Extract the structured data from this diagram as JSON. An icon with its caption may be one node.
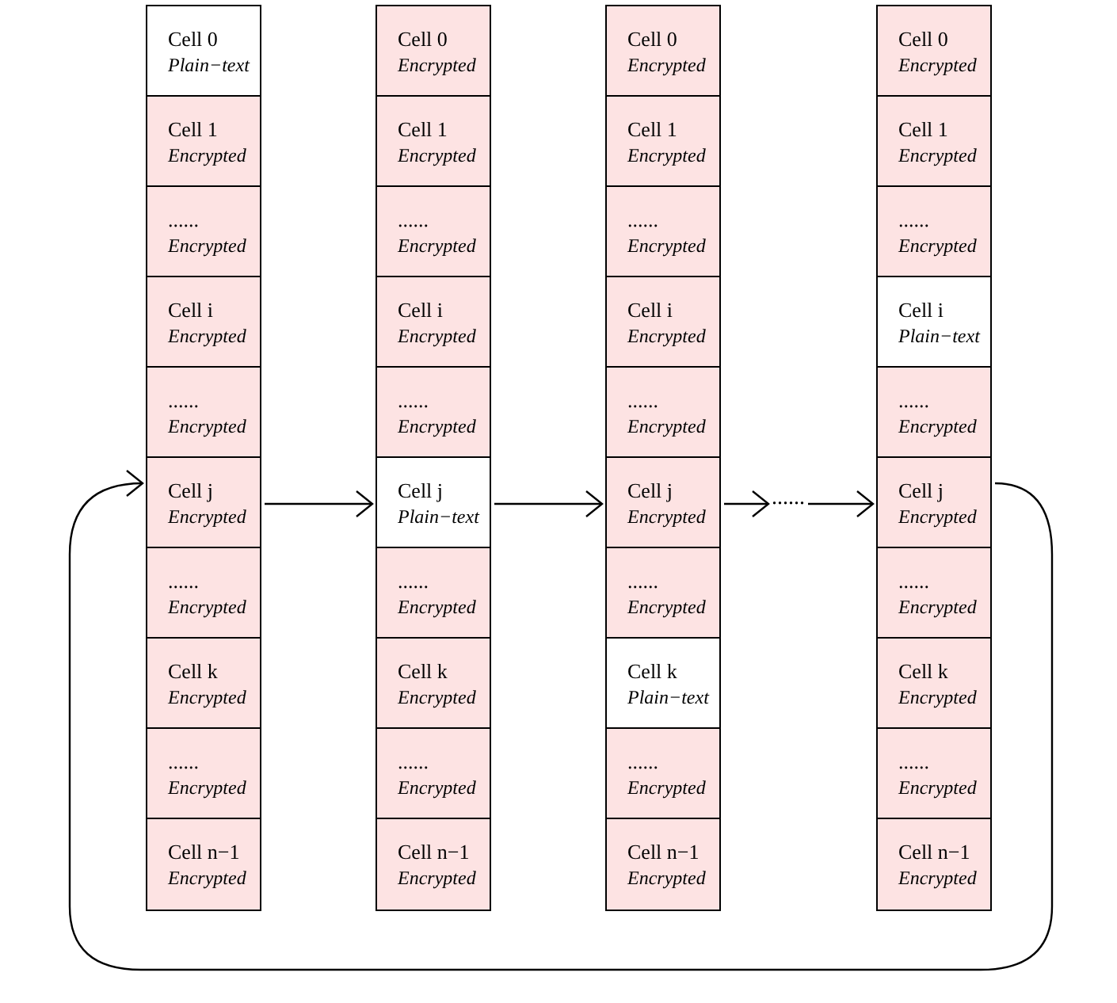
{
  "diagram": {
    "nodes": [
      {
        "text": [],
        "shape": "bar"
      },
      {
        "text": [
          "Cell 0",
          "Plain−text"
        ],
        "in": 0
      },
      {
        "text": [
          "Cell 1",
          "Encrypted"
        ],
        "in": 0
      },
      {
        "text": [
          "......",
          "Encrypted"
        ],
        "in": 0
      },
      {
        "text": [
          "Cell i",
          "Encrypted"
        ],
        "in": 0
      },
      {
        "text": [
          "......",
          "Encrypted"
        ],
        "in": 0
      },
      {
        "text": [
          "Cell j",
          "Encrypted"
        ],
        "in": 0
      },
      {
        "text": [
          "......",
          "Encrypted"
        ],
        "in": 0
      },
      {
        "text": [
          "Cell k",
          "Encrypted"
        ],
        "in": 0
      },
      {
        "text": [
          "......",
          "Encrypted"
        ],
        "in": 0
      },
      {
        "text": [
          "Cell n−1",
          "Encrypted"
        ],
        "in": 0
      },
      {
        "text": [],
        "shape": "bar"
      },
      {
        "text": [
          "Cell 0",
          "Encrypted"
        ],
        "in": 11
      },
      {
        "text": [
          "Cell 1",
          "Encrypted"
        ],
        "in": 11
      },
      {
        "text": [
          "......",
          "Encrypted"
        ],
        "in": 11
      },
      {
        "text": [
          "Cell i",
          "Encrypted"
        ],
        "in": 11
      },
      {
        "text": [
          "......",
          "Encrypted"
        ],
        "in": 11
      },
      {
        "text": [
          "Cell j",
          "Plain−text"
        ],
        "in": 11
      },
      {
        "text": [
          "......",
          "Encrypted"
        ],
        "in": 11
      },
      {
        "text": [
          "Cell k",
          "Encrypted"
        ],
        "in": 11
      },
      {
        "text": [
          "......",
          "Encrypted"
        ],
        "in": 11
      },
      {
        "text": [
          "Cell n−1",
          "Encrypted"
        ],
        "in": 11
      },
      {
        "text": [],
        "shape": "bar"
      },
      {
        "text": [
          "Cell 0",
          "Encrypted"
        ],
        "in": 22
      },
      {
        "text": [
          "Cell 1",
          "Encrypted"
        ],
        "in": 22
      },
      {
        "text": [
          "......",
          "Encrypted"
        ],
        "in": 22
      },
      {
        "text": [
          "Cell i",
          "Encrypted"
        ],
        "in": 22
      },
      {
        "text": [
          "......",
          "Encrypted"
        ],
        "in": 22
      },
      {
        "text": [
          "Cell j",
          "Encrypted"
        ],
        "in": 22
      },
      {
        "text": [
          "......",
          "Encrypted"
        ],
        "in": 22
      },
      {
        "text": [
          "Cell k",
          "Plain−text"
        ],
        "in": 22
      },
      {
        "text": [
          "......",
          "Encrypted"
        ],
        "in": 22
      },
      {
        "text": [
          "Cell n−1",
          "Encrypted"
        ],
        "in": 22
      },
      {
        "text": [
          "......"
        ]
      },
      {
        "text": [],
        "shape": "bar"
      },
      {
        "text": [
          "Cell 0",
          "Encrypted"
        ],
        "in": 34
      },
      {
        "text": [
          "Cell 1",
          "Encrypted"
        ],
        "in": 34
      },
      {
        "text": [
          "......",
          "Encrypted"
        ],
        "in": 34
      },
      {
        "text": [
          "Cell i",
          "Plain−text"
        ],
        "in": 34
      },
      {
        "text": [
          "......",
          "Encrypted"
        ],
        "in": 34
      },
      {
        "text": [
          "Cell j",
          "Encrypted"
        ],
        "in": 34
      },
      {
        "text": [
          "......",
          "Encrypted"
        ],
        "in": 34
      },
      {
        "text": [
          "Cell k",
          "Encrypted"
        ],
        "in": 34
      },
      {
        "text": [
          "......",
          "Encrypted"
        ],
        "in": 34
      },
      {
        "text": [
          "Cell n−1",
          "Encrypted"
        ],
        "in": 34
      }
    ],
    "edges": [
      {
        "from": 0,
        "to": 11,
        "arrow": "to"
      },
      {
        "from": 11,
        "to": 22,
        "arrow": "to"
      },
      {
        "from": 22,
        "to": 33,
        "arrow": "to"
      },
      {
        "from": 33,
        "to": 34,
        "arrow": "to"
      },
      {
        "from": 34,
        "to": 0,
        "arrow": "to"
      }
    ]
  }
}
